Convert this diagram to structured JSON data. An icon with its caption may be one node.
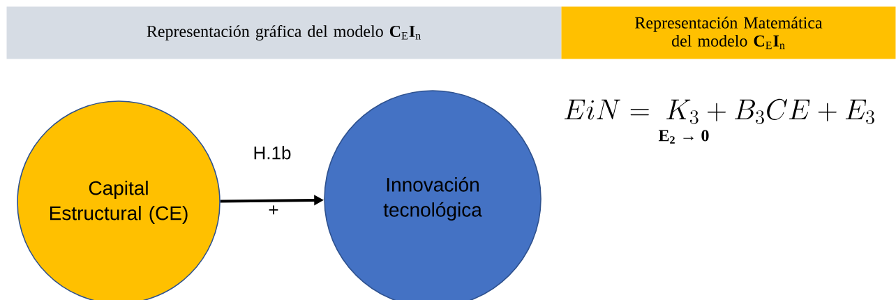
{
  "diagram": {
    "nodes": [
      {
        "text": [
          "Representación gráfica del modelo **C**$_{E}$**I**$_{n}$"
        ]
      },
      {
        "text": [
          "Representación Matemática del modelo **C**$_{E}$**I**$_{n}$"
        ]
      },
      {
        "text": [
          "Capital Estructural (CE)"
        ]
      },
      {
        "text": [
          "Innovación tecnológica"
        ]
      }
    ],
    "edges": [
      {
        "from": 2,
        "to": 3,
        "arrow": "to",
        "label": "H.1b"
      }
    ],
    "labels": [
      "+",
      "EiN = \\ K_{3}+ B_{3}CE + E_{3}",
      "E$_{2}$ → 0"
    ]
  }
}
